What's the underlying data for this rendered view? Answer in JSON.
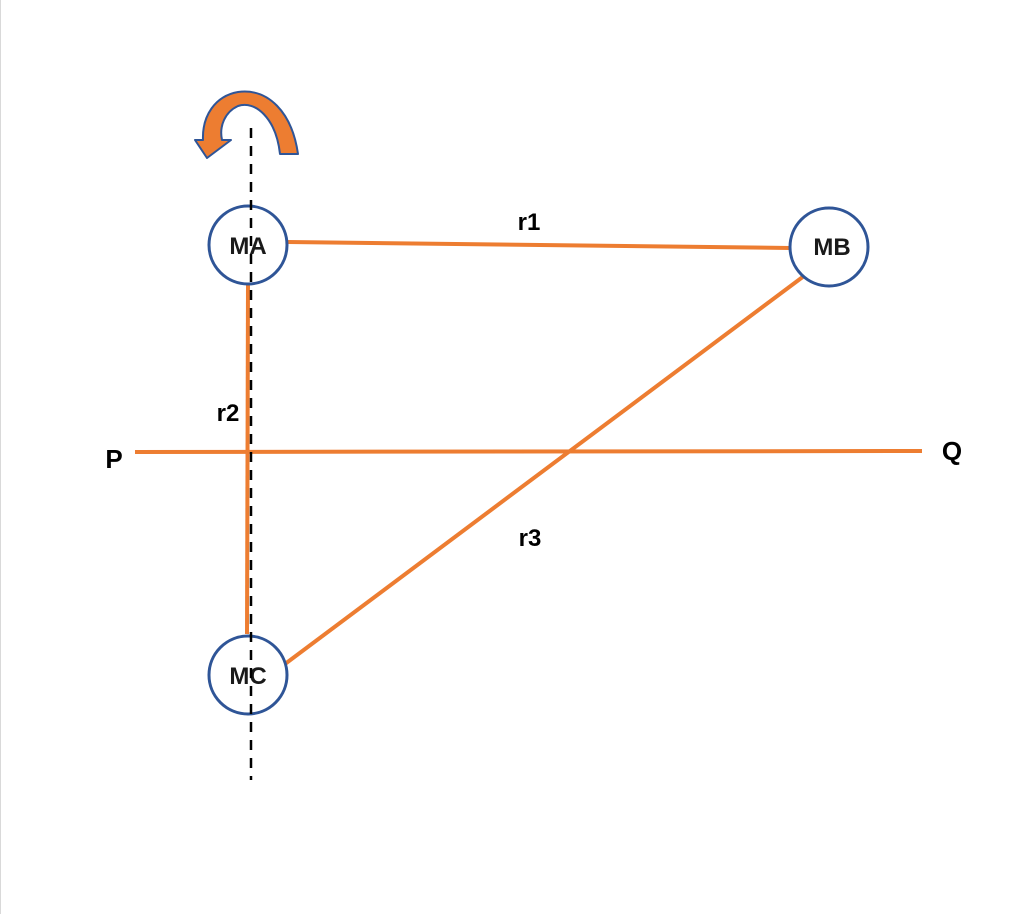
{
  "diagram": {
    "nodes": {
      "a": "MA",
      "b": "MB",
      "c": "MC"
    },
    "edges": {
      "r1": "r1",
      "r2": "r2",
      "r3": "r3"
    },
    "line_ends": {
      "p": "P",
      "q": "Q"
    },
    "icons": {
      "rotation": "curved-rotation-arrow-icon"
    },
    "colors": {
      "edge": "#ED7D31",
      "node_outline": "#2F5597",
      "node_fill": "#FFFFFF",
      "rotation_arrow_fill": "#ED7D31",
      "rotation_arrow_outline": "#2F5597",
      "axis": "#000000"
    }
  }
}
